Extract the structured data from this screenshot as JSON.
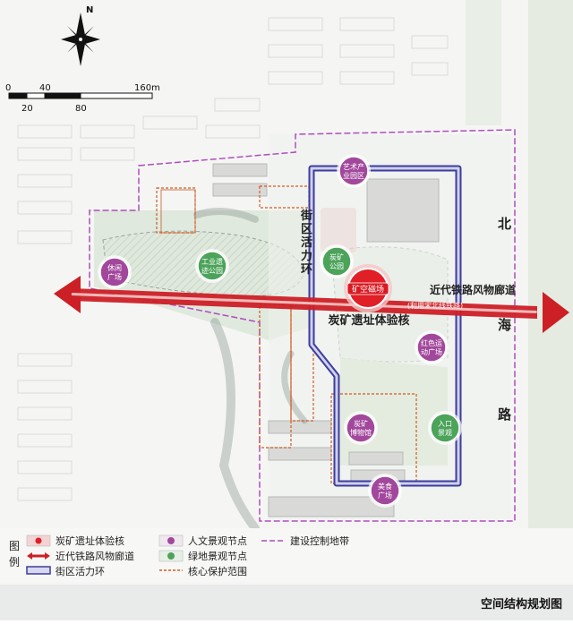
{
  "compass": {
    "north_label": "N"
  },
  "scale_bar": {
    "top_ticks": [
      "0",
      "40",
      "160m"
    ],
    "bottom_ticks": [
      "20",
      "80"
    ]
  },
  "map_labels": {
    "core_name": "炭矿遗址体验核",
    "core_badge": "矿空磁场",
    "corridor_name": "近代铁路风物廊道",
    "corridor_sub": "(利用宋北线铁路)",
    "street_ring": [
      "街",
      "区",
      "活",
      "力",
      "环"
    ],
    "road_name": [
      "北",
      "海",
      "路"
    ]
  },
  "nodes": [
    {
      "kind": "cultural",
      "lines": [
        "艺术产",
        "业园区"
      ]
    },
    {
      "kind": "cultural",
      "lines": [
        "休闲",
        "广场"
      ]
    },
    {
      "kind": "green",
      "lines": [
        "工业遗",
        "迹公园"
      ]
    },
    {
      "kind": "green",
      "lines": [
        "炭矿",
        "公园"
      ]
    },
    {
      "kind": "cultural",
      "lines": [
        "红色运",
        "动广场"
      ]
    },
    {
      "kind": "cultural",
      "lines": [
        "炭矿",
        "博物馆"
      ]
    },
    {
      "kind": "green",
      "lines": [
        "入口",
        "景观"
      ]
    },
    {
      "kind": "cultural",
      "lines": [
        "美食",
        "广场"
      ]
    }
  ],
  "legend": {
    "title_chars": [
      "图",
      "例"
    ],
    "items": [
      {
        "symbol": "core",
        "label": "炭矿遗址体验核"
      },
      {
        "symbol": "corridor",
        "label": "近代铁路风物廊道"
      },
      {
        "symbol": "ring",
        "label": "街区活力环"
      },
      {
        "symbol": "cultural",
        "label": "人文景观节点"
      },
      {
        "symbol": "green",
        "label": "绿地景观节点"
      },
      {
        "symbol": "core_protect",
        "label": "核心保护范围"
      },
      {
        "symbol": "construction",
        "label": "建设控制地带"
      }
    ]
  },
  "caption": "空间结构规划图",
  "colors": {
    "corridor_red": "#cc1f26",
    "ring_blue": "#3d3d9c",
    "cultural_purple": "#a2489c",
    "green_node": "#4ca35a",
    "boundary_purple": "#b04cbf",
    "protect_orange": "#d25a1e",
    "core_red": "#e01f26"
  }
}
